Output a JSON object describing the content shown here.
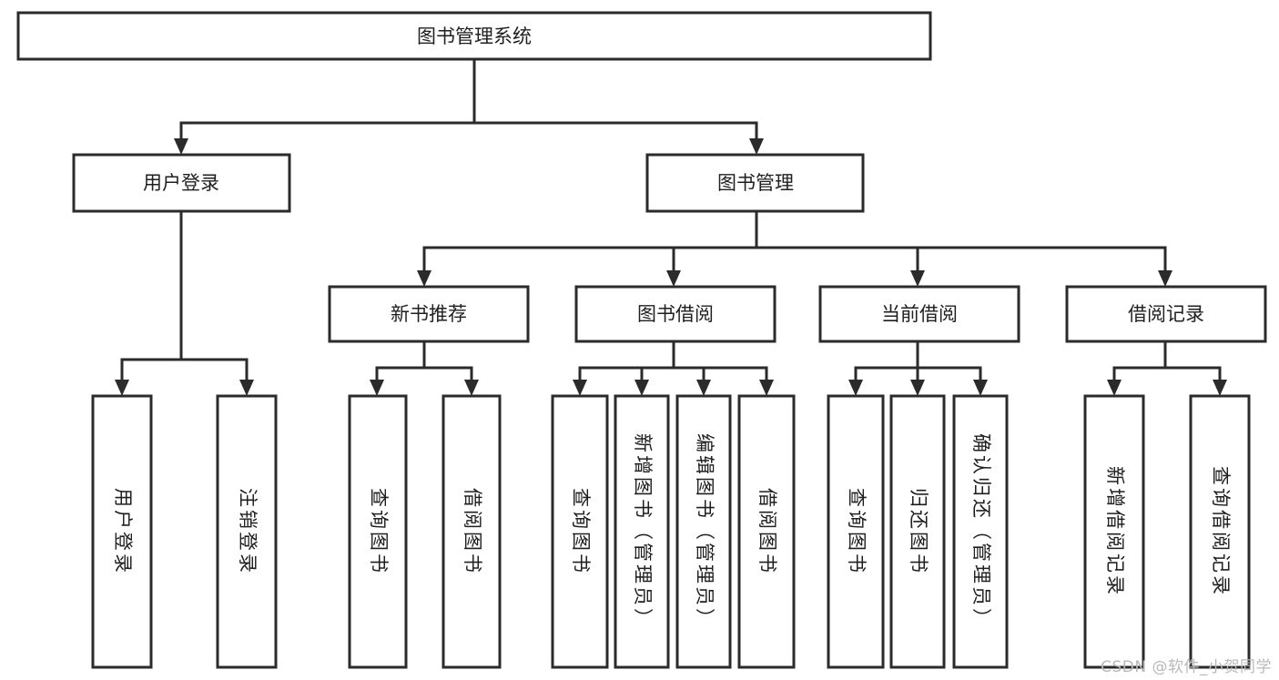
{
  "diagram": {
    "title": "图书管理系统",
    "type": "hierarchy-tree",
    "root": {
      "label": "图书管理系统"
    },
    "level2": [
      {
        "label": "用户登录"
      },
      {
        "label": "图书管理"
      }
    ],
    "level3": [
      {
        "label": "新书推荐"
      },
      {
        "label": "图书借阅"
      },
      {
        "label": "当前借阅"
      },
      {
        "label": "借阅记录"
      }
    ],
    "leaves": {
      "user_login": [
        {
          "label": "用户登录"
        },
        {
          "label": "注销登录"
        }
      ],
      "new_book_recommend": [
        {
          "label": "查询图书"
        },
        {
          "label": "借阅图书"
        }
      ],
      "book_borrow": [
        {
          "label": "查询图书"
        },
        {
          "label": "新增图书（管理员）"
        },
        {
          "label": "编辑图书（管理员）"
        },
        {
          "label": "借阅图书"
        }
      ],
      "current_borrow": [
        {
          "label": "查询图书"
        },
        {
          "label": "归还图书"
        },
        {
          "label": "确认归还（管理员）"
        }
      ],
      "borrow_record": [
        {
          "label": "新增借阅记录"
        },
        {
          "label": "查询借阅记录"
        }
      ]
    }
  },
  "watermark": {
    "text": "CSDN @软件_小贺同学"
  },
  "colors": {
    "stroke": "#2b2b2b",
    "fill": "#ffffff",
    "text": "#1f1f1f",
    "watermark": "#b9b9b9"
  }
}
